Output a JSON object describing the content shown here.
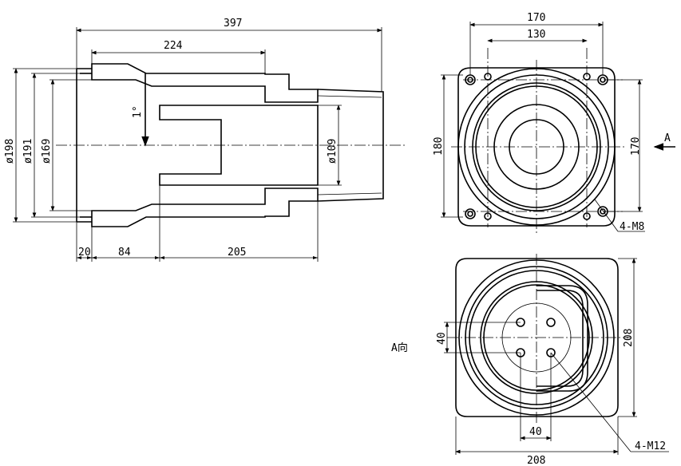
{
  "side_view": {
    "dims": {
      "overall": "397",
      "bore_length": "224",
      "taper": "1°",
      "d198": "ø198",
      "d191": "ø191",
      "d169": "ø169",
      "d109": "ø109",
      "seg20": "20",
      "seg84": "84",
      "seg205": "205"
    }
  },
  "front_view": {
    "dims": {
      "w170": "170",
      "w130": "130",
      "h180": "180",
      "h170": "170",
      "holes": "4-M8",
      "arrow": "A"
    }
  },
  "bottom_view": {
    "label": "A向",
    "dims": {
      "d40v": "40",
      "d40h": "40",
      "w208": "208",
      "h208": "208",
      "holes": "4-M12"
    }
  }
}
